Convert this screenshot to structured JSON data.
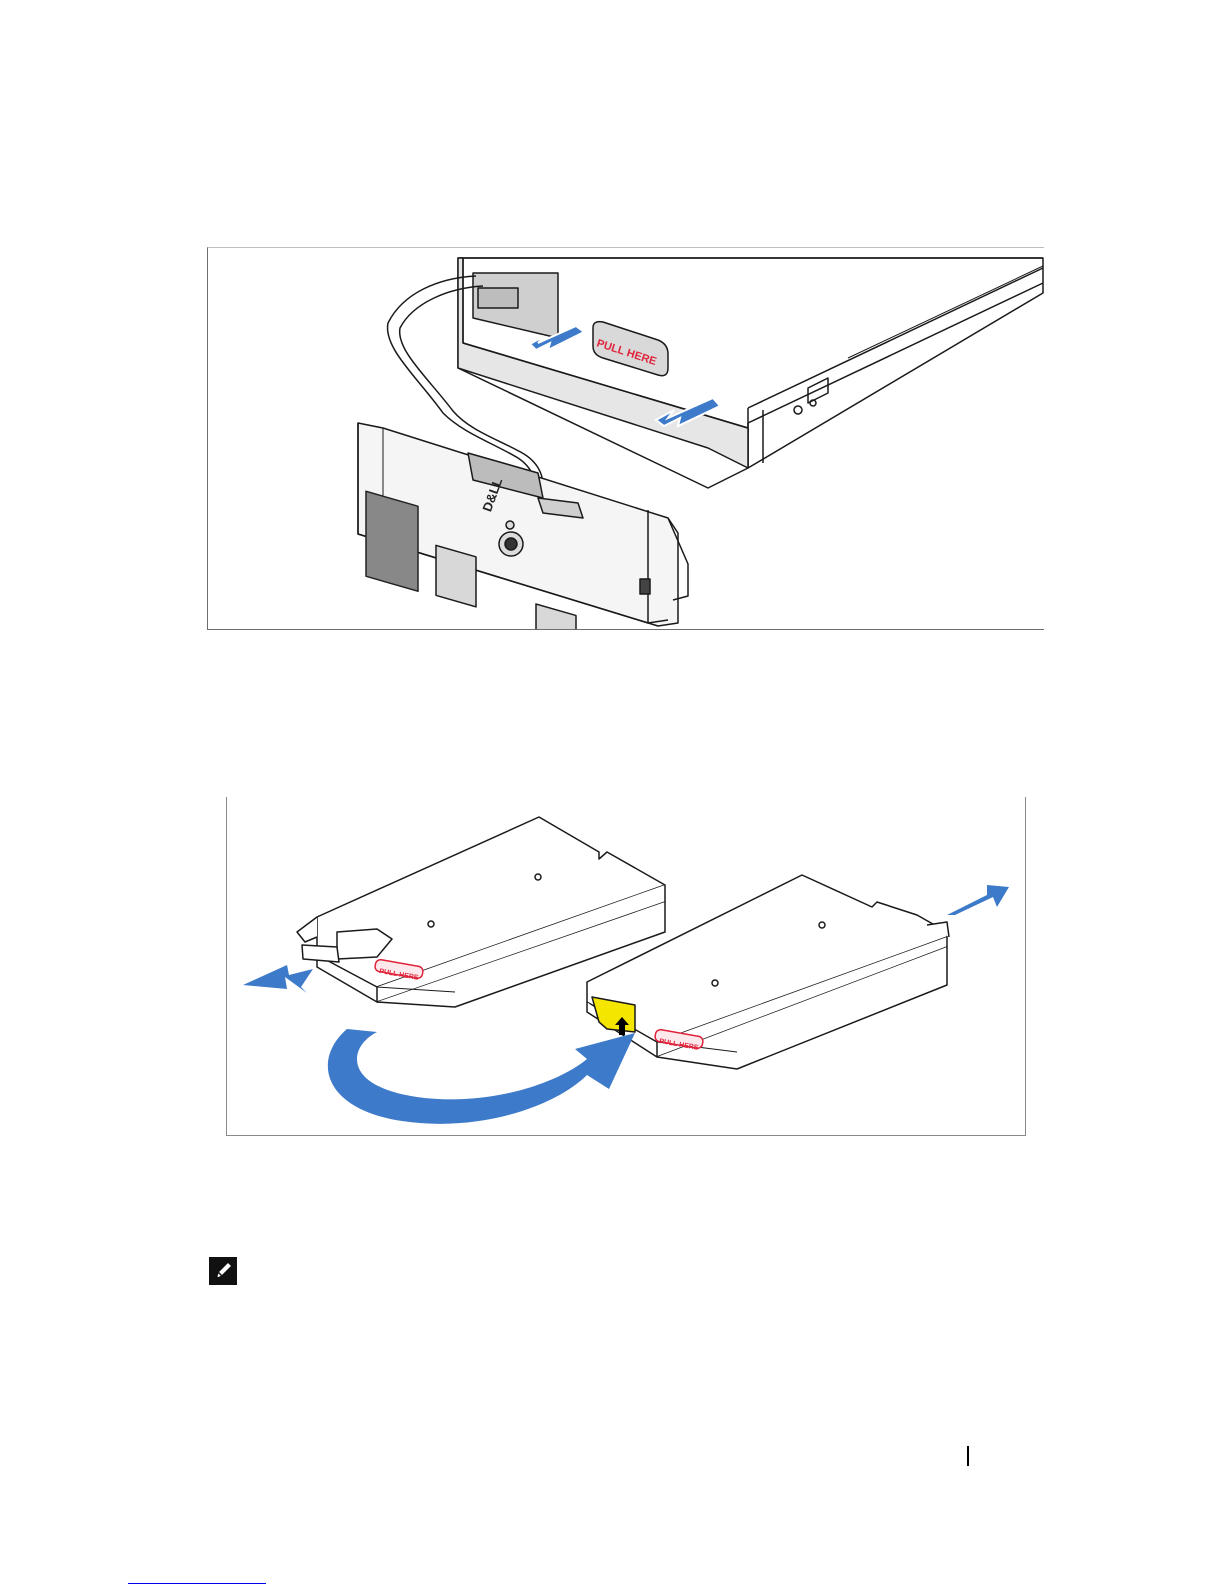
{
  "figures": [
    {
      "id": "bezel-removal",
      "labels": {
        "pull_here": "PULL HERE",
        "brand": "D&LL"
      }
    },
    {
      "id": "module-swap",
      "labels": {
        "pull_here_left": "PULL HERE",
        "pull_here_right": "PULL HERE"
      }
    }
  ],
  "colors": {
    "arrow": "#3d7ac9",
    "label_red": "#e0233a",
    "warning_yellow": "#f5e600"
  },
  "icons": [
    "note-pencil-icon"
  ]
}
